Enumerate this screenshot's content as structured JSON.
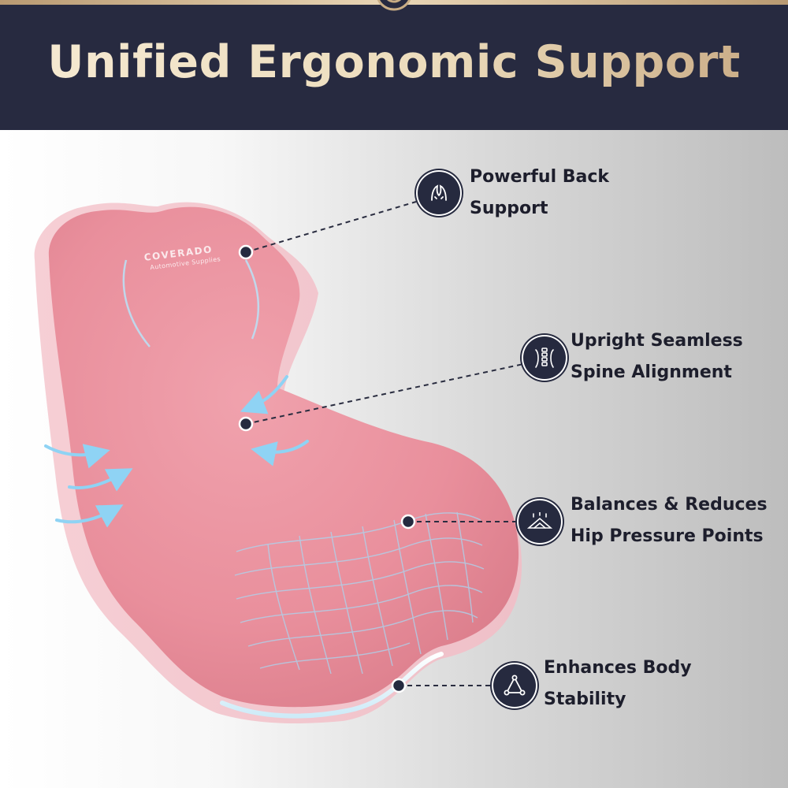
{
  "header": {
    "title": "Unified Ergonomic Support",
    "background": "#272a40",
    "accent": "#e9d6b6"
  },
  "product": {
    "brand_name": "COVERADO",
    "brand_tagline": "Automotive Supplies",
    "cushion_color": "#e98f9c",
    "airflow_color": "#8fd3f4"
  },
  "features": [
    {
      "icon": "back-support-icon",
      "line1": "Powerful Back",
      "line2": "Support"
    },
    {
      "icon": "spine-icon",
      "line1": "Upright Seamless",
      "line2": "Spine Alignment"
    },
    {
      "icon": "pressure-points-icon",
      "line1": "Balances & Reduces",
      "line2": "Hip Pressure Points"
    },
    {
      "icon": "stability-icon",
      "line1": "Enhances Body",
      "line2": "Stability"
    }
  ]
}
